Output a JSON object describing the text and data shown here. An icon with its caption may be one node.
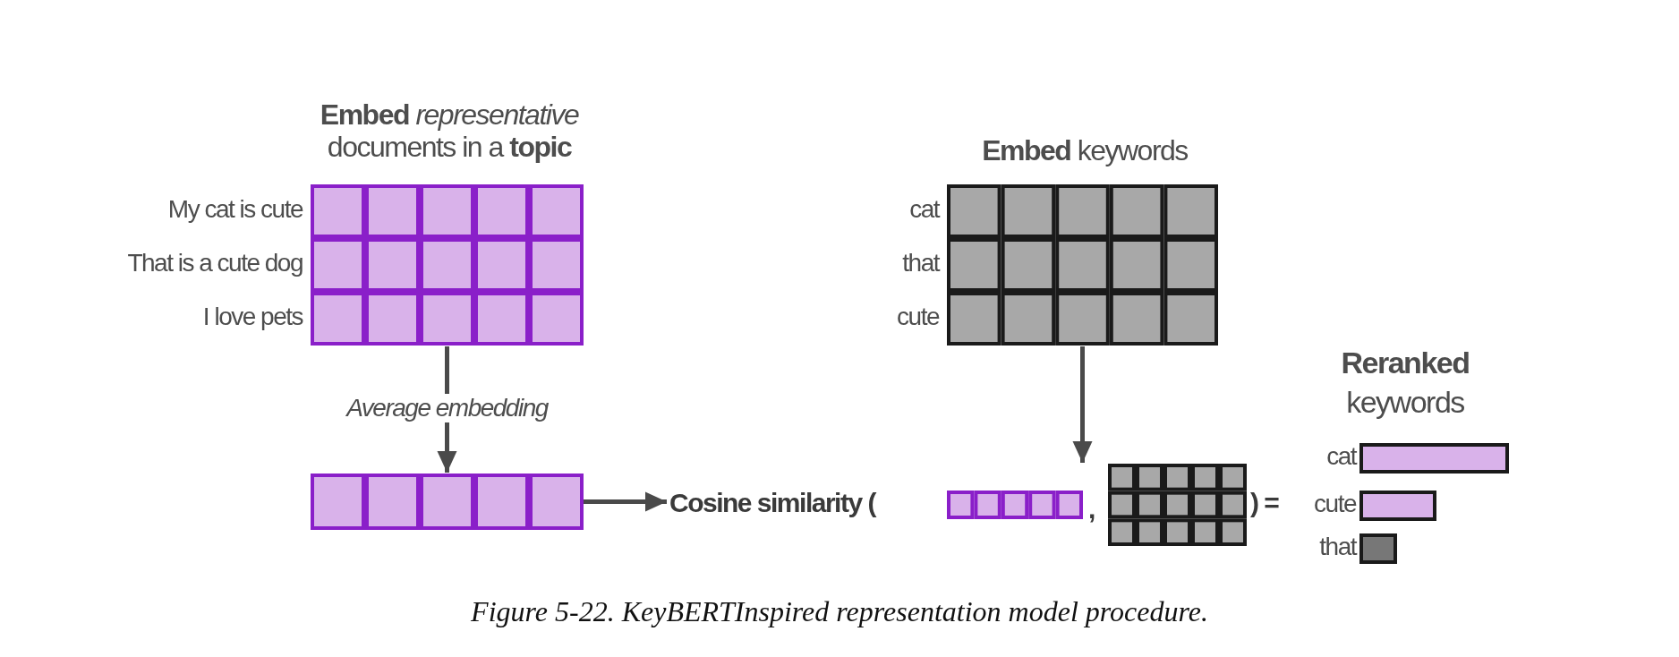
{
  "diagram": {
    "caption": "Figure 5-22. KeyBERTInspired representation model procedure.",
    "nodes": [
      {
        "text": [
          "**Embed** *representative* documents in a **topic**",
          "My cat is cute",
          "That is a cute dog",
          "I love pets"
        ]
      },
      {
        "text": [],
        "shape": "box"
      },
      {
        "text": [
          "Cosine similarity (",
          ",",
          ") ="
        ]
      },
      {
        "text": [
          "**Embed** keywords",
          "cat",
          "that",
          "cute"
        ]
      },
      {
        "text": [
          "**Reranked** keywords",
          "cat",
          "cute",
          "that"
        ]
      }
    ],
    "edges": [
      {
        "from": 0,
        "to": 1,
        "arrow": "to",
        "label": "Average embedding"
      },
      {
        "from": 1,
        "to": 2,
        "arrow": "to"
      },
      {
        "from": 3,
        "to": 2,
        "arrow": "to"
      }
    ]
  }
}
